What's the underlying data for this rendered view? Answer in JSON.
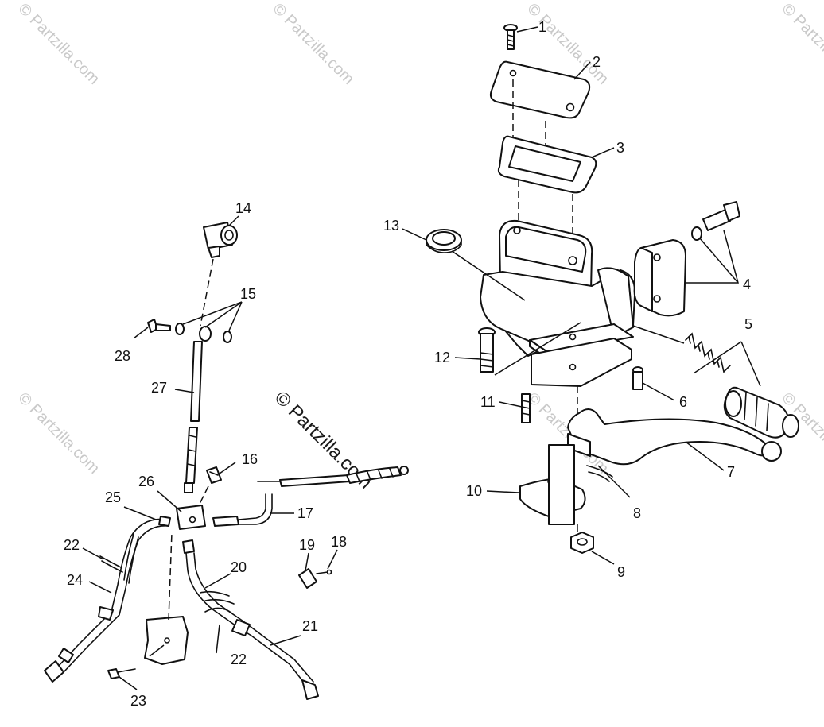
{
  "watermark": {
    "text": "© Partzilla.com"
  },
  "callouts": [
    {
      "id": "c1",
      "label": "1"
    },
    {
      "id": "c2",
      "label": "2"
    },
    {
      "id": "c3",
      "label": "3"
    },
    {
      "id": "c4",
      "label": "4"
    },
    {
      "id": "c5",
      "label": "5"
    },
    {
      "id": "c6",
      "label": "6"
    },
    {
      "id": "c7",
      "label": "7"
    },
    {
      "id": "c8",
      "label": "8"
    },
    {
      "id": "c9",
      "label": "9"
    },
    {
      "id": "c10",
      "label": "10"
    },
    {
      "id": "c11",
      "label": "11"
    },
    {
      "id": "c12",
      "label": "12"
    },
    {
      "id": "c13",
      "label": "13"
    },
    {
      "id": "c14",
      "label": "14"
    },
    {
      "id": "c15",
      "label": "15"
    },
    {
      "id": "c16",
      "label": "16"
    },
    {
      "id": "c17",
      "label": "17"
    },
    {
      "id": "c18",
      "label": "18"
    },
    {
      "id": "c19",
      "label": "19"
    },
    {
      "id": "c20",
      "label": "20"
    },
    {
      "id": "c21",
      "label": "21"
    },
    {
      "id": "c22a",
      "label": "22"
    },
    {
      "id": "c22b",
      "label": "22"
    },
    {
      "id": "c23",
      "label": "23"
    },
    {
      "id": "c24",
      "label": "24"
    },
    {
      "id": "c25",
      "label": "25"
    },
    {
      "id": "c26",
      "label": "26"
    },
    {
      "id": "c27",
      "label": "27"
    },
    {
      "id": "c28",
      "label": "28"
    }
  ]
}
